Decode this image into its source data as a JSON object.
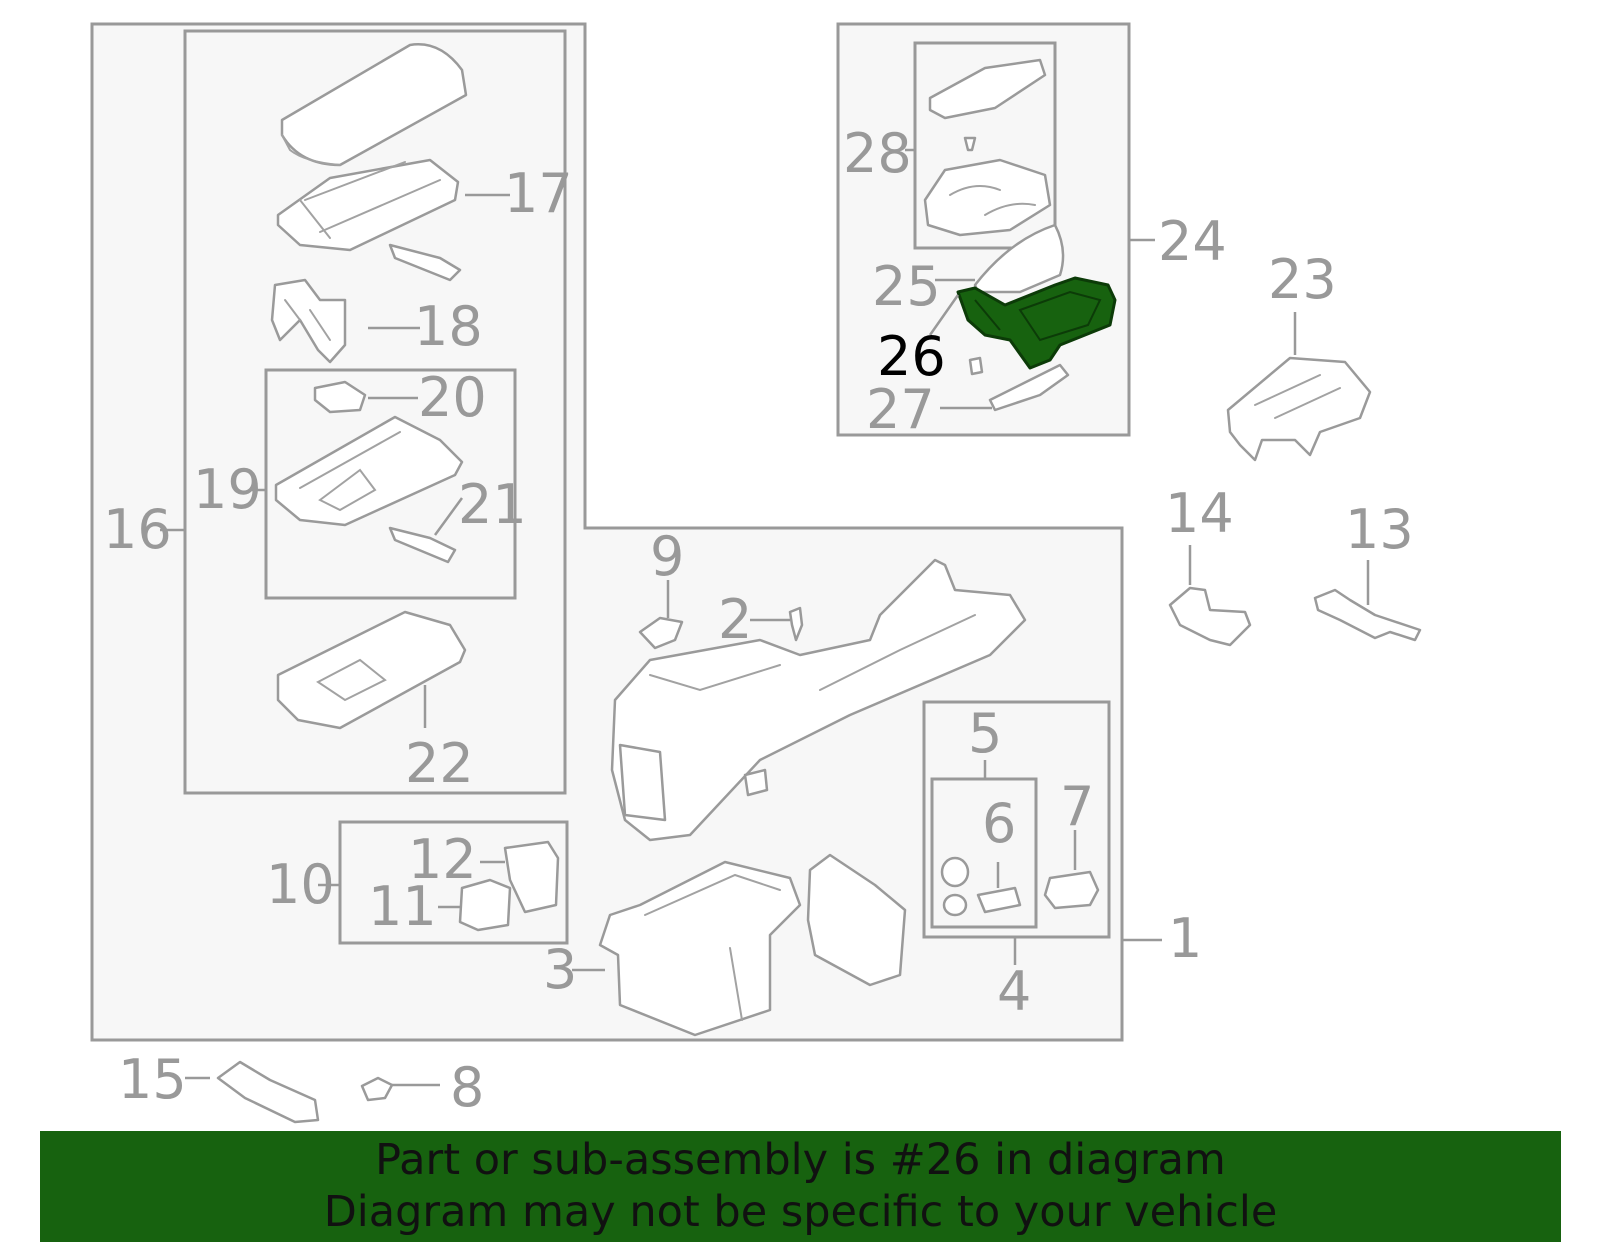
{
  "labels": {
    "p1": "1",
    "p2": "2",
    "p3": "3",
    "p4": "4",
    "p5": "5",
    "p6": "6",
    "p7": "7",
    "p8": "8",
    "p9": "9",
    "p10": "10",
    "p11": "11",
    "p12": "12",
    "p13": "13",
    "p14": "14",
    "p15": "15",
    "p16": "16",
    "p17": "17",
    "p18": "18",
    "p19": "19",
    "p20": "20",
    "p21": "21",
    "p22": "22",
    "p23": "23",
    "p24": "24",
    "p25": "25",
    "p26": "26",
    "p27": "27",
    "p28": "28"
  },
  "highlighted_part": "26",
  "colors": {
    "highlight": "#17620f",
    "line": "#999999",
    "banner": "#17620f"
  },
  "banner": {
    "line1": "Part or sub-assembly is #26 in diagram",
    "line2": "Diagram may not be specific to your vehicle"
  }
}
